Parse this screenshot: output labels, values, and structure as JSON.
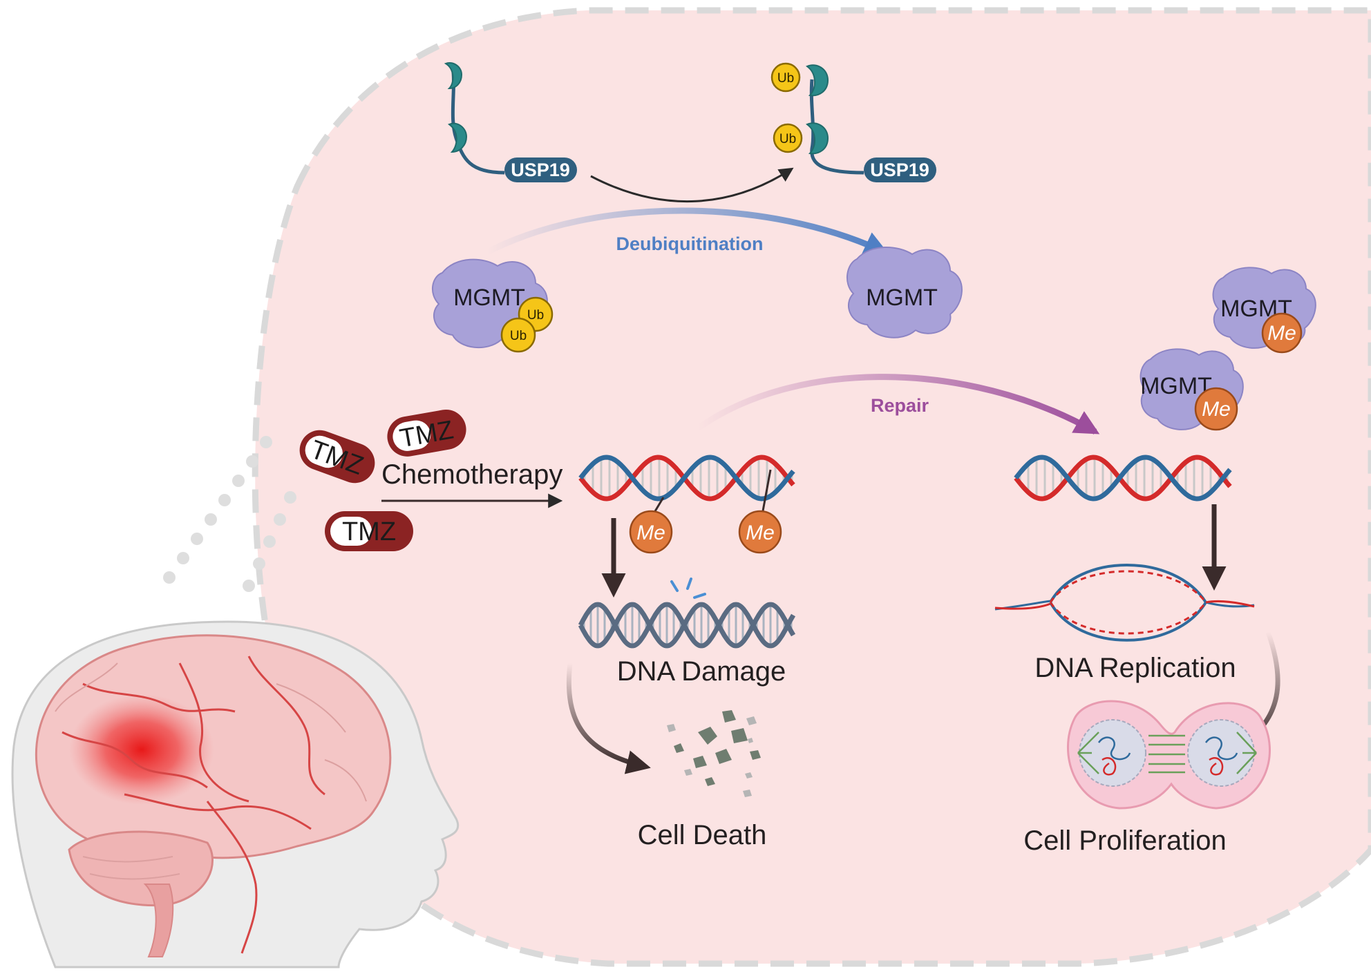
{
  "labels": {
    "usp19": "USP19",
    "ub": "Ub",
    "deubiquitination": "Deubiquitination",
    "mgmt": "MGMT",
    "me": "Me",
    "repair": "Repair",
    "tmz": "TMZ",
    "chemotherapy": "Chemotherapy",
    "dna_damage": "DNA Damage",
    "cell_death": "Cell Death",
    "dna_replication": "DNA Replication",
    "cell_proliferation": "Cell Proliferation"
  },
  "colors": {
    "background_blob": "#fbe3e3",
    "blob_border": "#d9d9d9",
    "usp19": "#2f5f7f",
    "usp19_domain": "#2a8a8a",
    "ub_fill": "#f5c518",
    "mgmt_fill": "#a8a1d8",
    "me_fill": "#e07a3c",
    "tmz_dark": "#8b2323",
    "deubiquitination_arrow": "#4f7fc4",
    "repair_arrow": "#9c4e9c",
    "dna_red": "#d42a2a",
    "dna_blue": "#2f6a9c",
    "dna_damaged": "#5a6b82",
    "arrow_dark": "#3a2b2b"
  }
}
